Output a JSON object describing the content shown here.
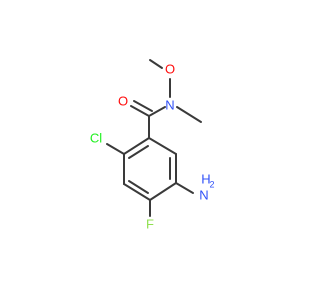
{
  "molecule": {
    "atoms": {
      "O": {
        "label": "O",
        "color": "#ff0d0d"
      },
      "N": {
        "label": "N",
        "color": "#3050f8"
      },
      "O2": {
        "label": "O",
        "color": "#ff0d0d"
      },
      "Cl": {
        "label": "Cl",
        "color": "#1ff01f"
      },
      "NH2": {
        "label": "NH",
        "sub": "2",
        "h": "H",
        "color": "#3050f8"
      },
      "F": {
        "label": "F",
        "color": "#90e050"
      }
    },
    "bond_color": "#3a3a3a",
    "background": "#ffffff"
  }
}
